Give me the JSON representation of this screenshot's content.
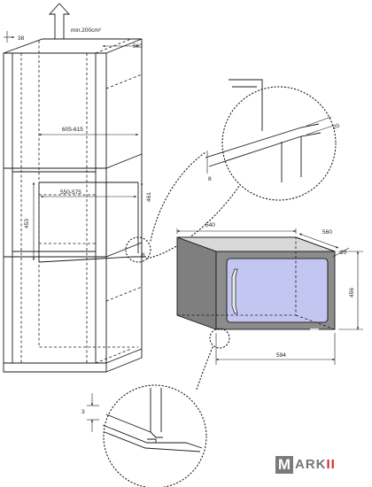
{
  "annotations": {
    "ventilation": "min.200cm²",
    "gap_38": "38",
    "depth_560_cabinet": "560",
    "width_605_615": "605-615",
    "width_550_575": "550-575",
    "height_453": "453",
    "height_461": "461",
    "offset_8_small": "8",
    "offset_8_detail": "8",
    "depth_20_detail": "20",
    "appliance_width_540": "540",
    "appliance_depth_560": "560",
    "appliance_front_20": "20",
    "appliance_height_456": "456",
    "appliance_front_width_594": "594",
    "gap_3": "3"
  },
  "logo": {
    "letter": "M",
    "rest": "ARK",
    "accent": "II"
  },
  "colors": {
    "line": "#1a1a1a",
    "appliance_body": "#8c8c8c",
    "glass": "#c3c6f0",
    "logo_gray": "#7a7a7a",
    "logo_red": "#d22d2d"
  }
}
